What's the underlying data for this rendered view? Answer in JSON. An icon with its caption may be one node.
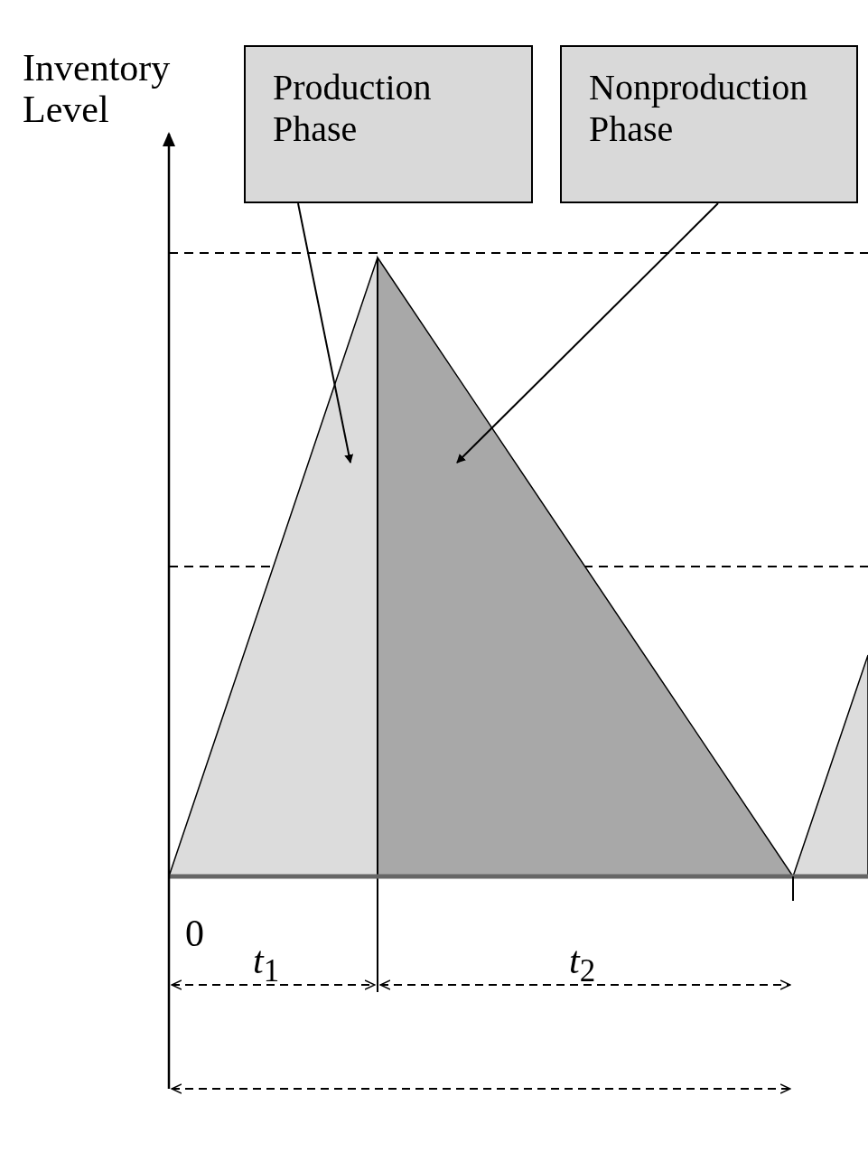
{
  "diagram": {
    "nodes": [
      {
        "text": [
          "Production Phase"
        ]
      },
      {
        "text": [
          "Nonproduction Phase"
        ]
      },
      {
        "text": [],
        "shape": "triangle"
      },
      {
        "text": [],
        "shape": "triangle"
      }
    ],
    "edges": [
      {
        "from": 0,
        "to": 2,
        "arrow": "to"
      },
      {
        "from": 1,
        "to": 3,
        "arrow": "to"
      }
    ],
    "labels": [
      "Inventory Level",
      "0",
      "*t*$_{1}$",
      "*t*$_{2}$"
    ]
  }
}
